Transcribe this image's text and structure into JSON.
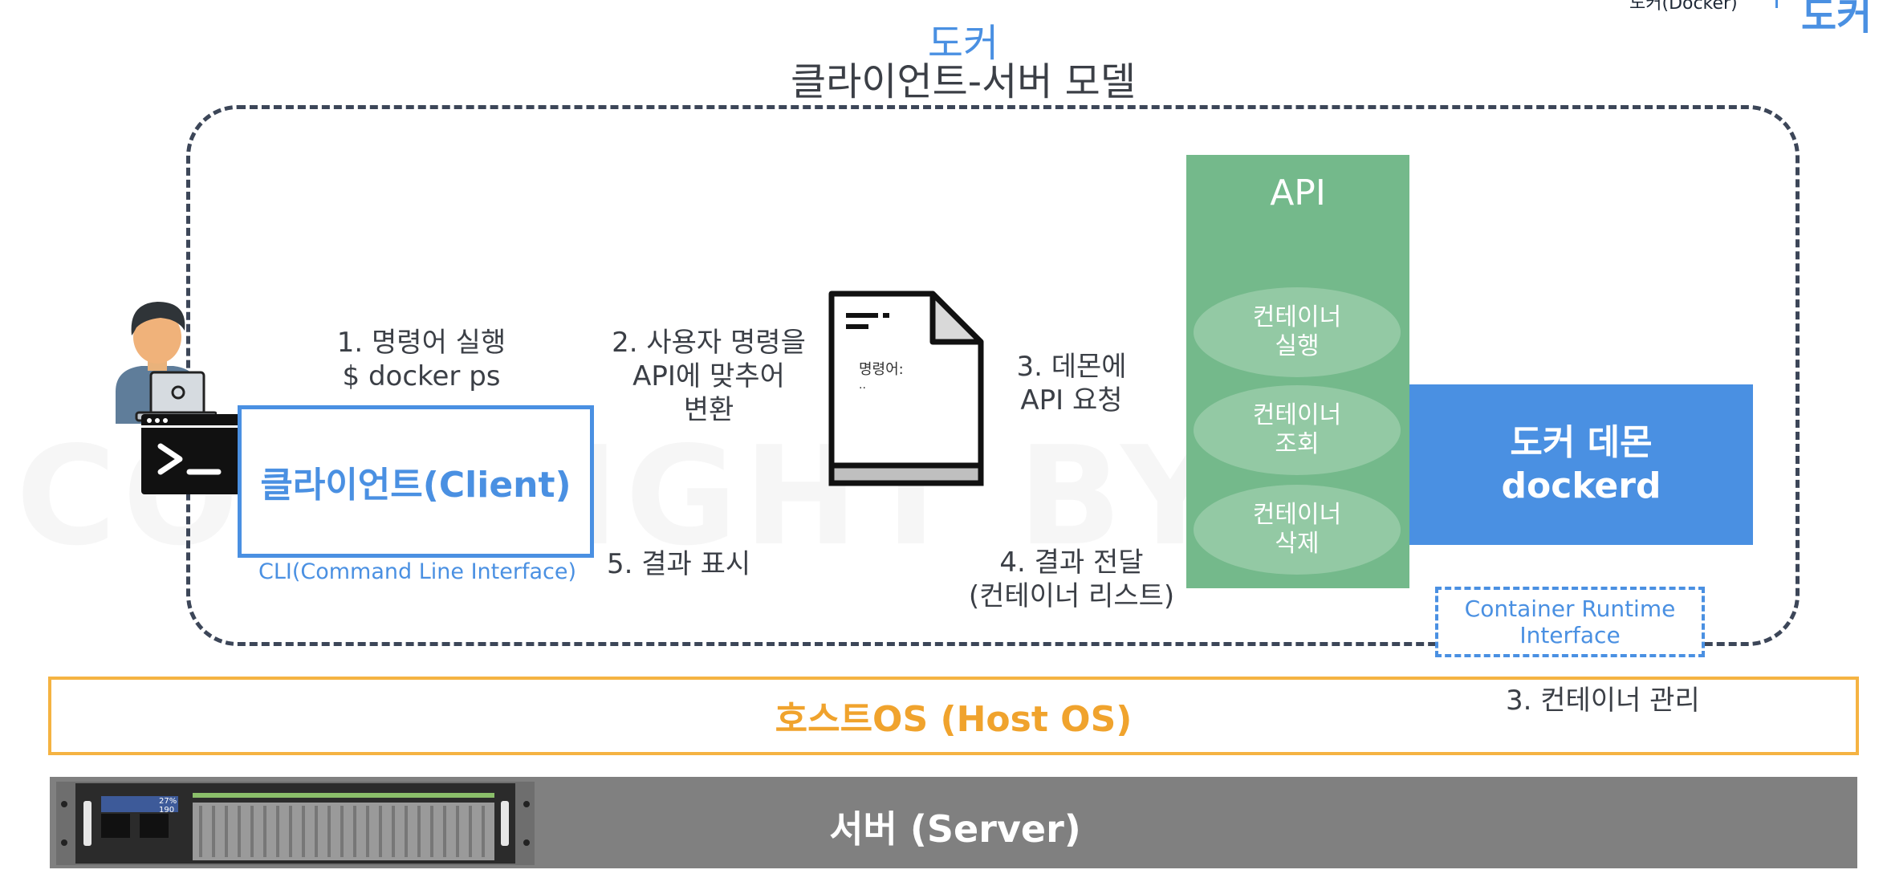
{
  "header": {
    "title_small": "도커",
    "title_main": "클라이언트-서버 모델",
    "corner_small": "도커(Docker)",
    "corner_big": "도커"
  },
  "client": {
    "label": "클라이언트(Client)",
    "cli_label": "CLI(Command Line Interface)"
  },
  "steps": {
    "step1_line1": "1. 명령어 실행",
    "step1_line2": "$ docker ps",
    "step2_line1": "2. 사용자 명령을",
    "step2_line2": "API에 맞추어",
    "step2_line3": "변환",
    "step3_line1": "3. 데몬에",
    "step3_line2": "API 요청",
    "step4_line1": "4. 결과 전달",
    "step4_line2": "(컨테이너 리스트)",
    "step5": "5. 결과 표시",
    "step3_container": "3. 컨테이너 관리"
  },
  "document": {
    "line1": "명령어:",
    "line2": ".."
  },
  "api": {
    "title": "API",
    "items": [
      "컨테이너\n실행",
      "컨테이너\n조회",
      "컨테이너\n삭제"
    ]
  },
  "daemon": {
    "line1": "도커 데몬",
    "line2": "dockerd"
  },
  "cri": {
    "line1": "Container Runtime",
    "line2": "Interface"
  },
  "host": {
    "label": "호스트OS (Host OS)"
  },
  "server": {
    "label": "서버 (Server)",
    "display_line1": "27%",
    "display_line2": "190"
  },
  "colors": {
    "accent_blue": "#4a90e2",
    "api_green": "#74b98b",
    "api_ellipse": "#93c9a4",
    "host_orange": "#f5b342",
    "server_gray": "#808080",
    "dashed_border": "#3c4658"
  }
}
